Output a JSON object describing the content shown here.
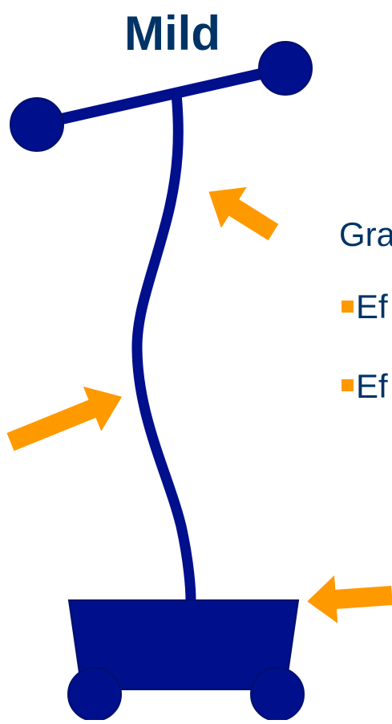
{
  "title": "Mild",
  "text_lines": [
    {
      "text": "Gra",
      "bullet": false
    },
    {
      "text": "Ef",
      "bullet": true
    },
    {
      "text": "Ef",
      "bullet": true
    }
  ],
  "colors": {
    "navy": "#000f8c",
    "navy_outline": "#00106a",
    "arrow_orange": "#ff9900",
    "title_blue": "#003366",
    "text_blue": "#003366",
    "bullet_orange": "#ff9900"
  },
  "icons": {
    "weight": "dumbbell-figure",
    "arrows": "orange-block-arrow",
    "bullet": "square-bullet"
  }
}
